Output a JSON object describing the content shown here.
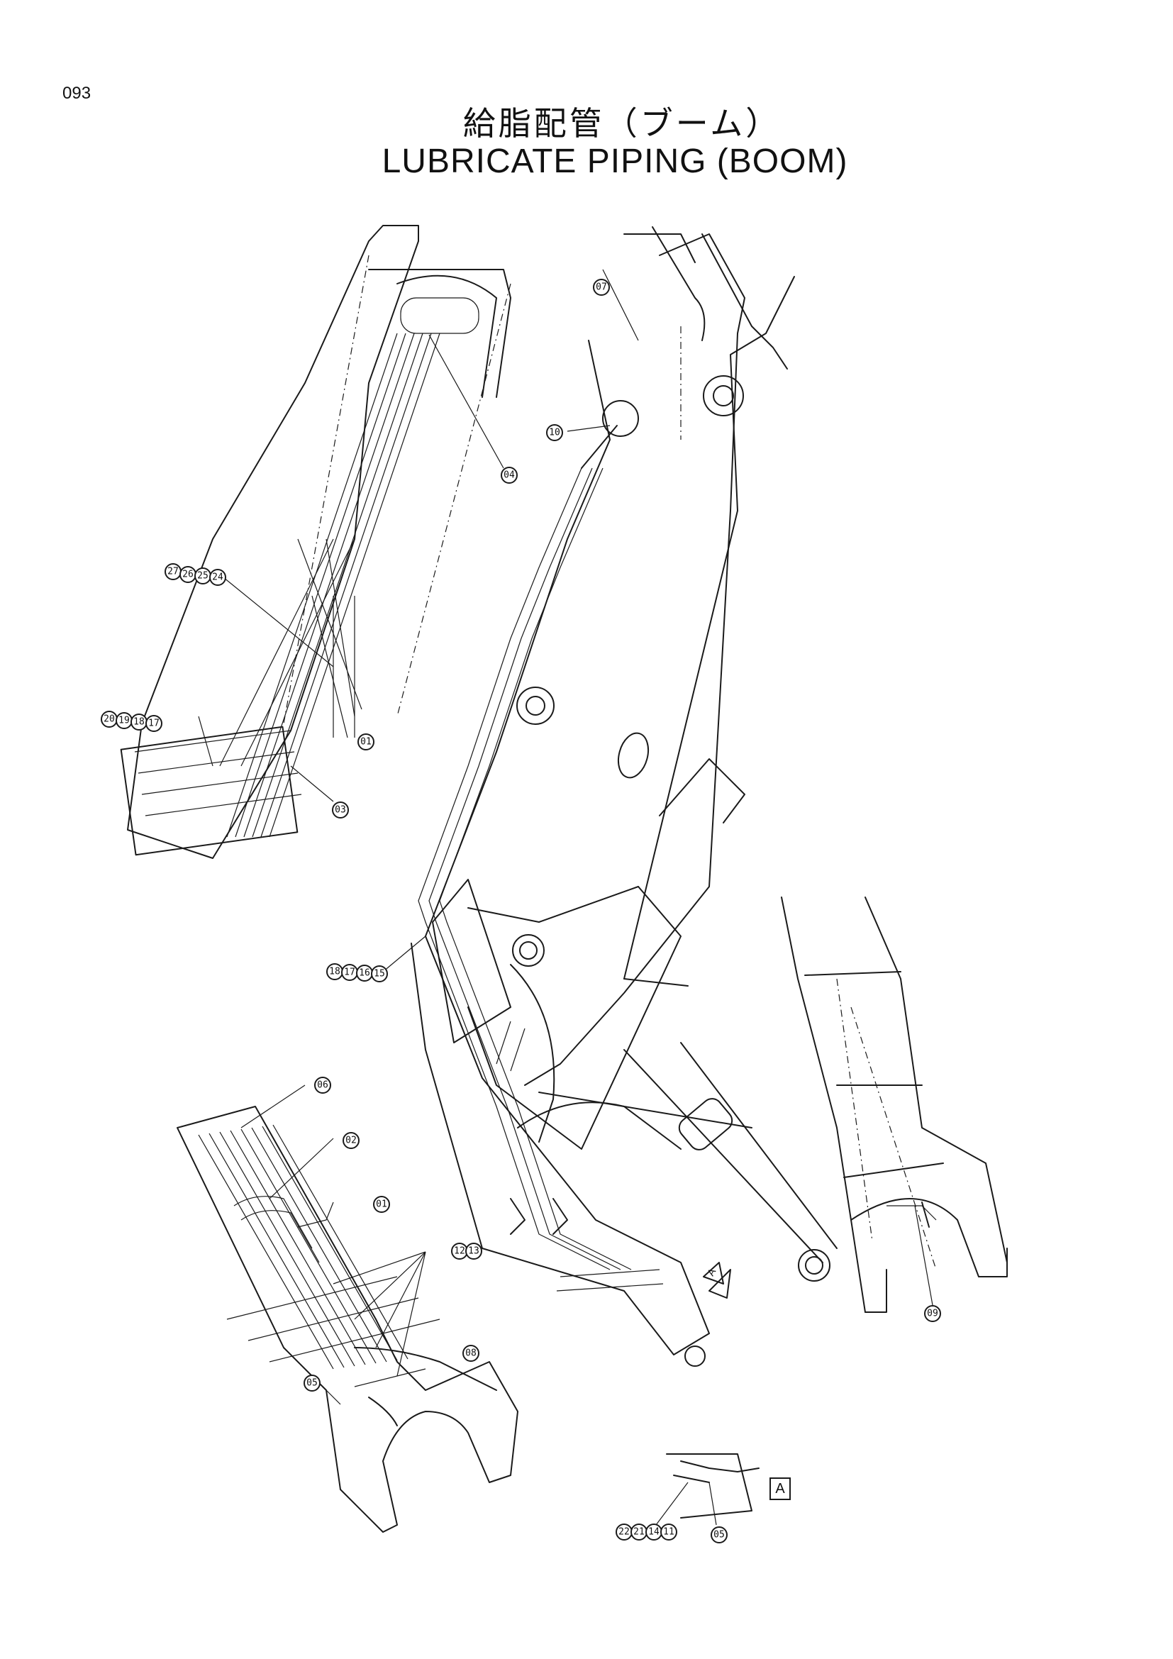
{
  "page_number": "093",
  "title_jp": "給脂配管（ブーム）",
  "title_en": "LUBRICATE PIPING (BOOM)",
  "view_labels": {
    "view_a": "A",
    "view_a_arrow": "A"
  },
  "callouts": {
    "detail_top_04": "04",
    "detail_top_group_a": [
      "27",
      "26",
      "25",
      "24"
    ],
    "detail_top_01": "01",
    "detail_top_group_b": [
      "20",
      "19",
      "18",
      "17"
    ],
    "detail_top_03": "03",
    "boom_07": "07",
    "boom_10": "10",
    "boom_group_c": [
      "18",
      "17",
      "16",
      "15"
    ],
    "detail_bottom_06": "06",
    "detail_bottom_02": "02",
    "detail_bottom_01": "01",
    "detail_bottom_12_13": [
      "12",
      "13"
    ],
    "detail_bottom_08": "08",
    "detail_bottom_05": "05",
    "arm_09": "09",
    "view_a_group": [
      "22",
      "21",
      "14",
      "11"
    ],
    "view_a_05": "05"
  }
}
